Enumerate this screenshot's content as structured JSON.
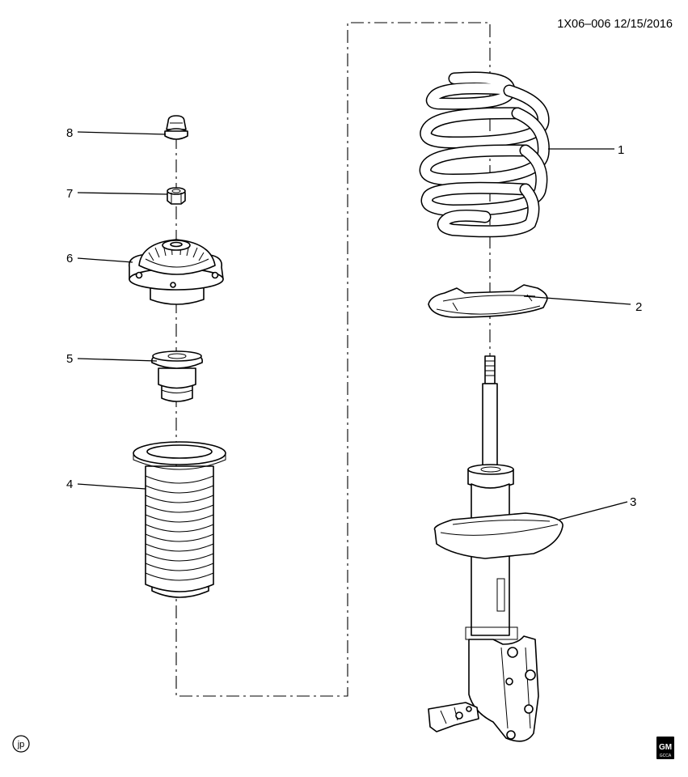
{
  "header": {
    "ref": "1X06–006  12/15/2016"
  },
  "callouts": [
    {
      "id": "1",
      "part": "coil-spring"
    },
    {
      "id": "2",
      "part": "spring-seat-insulator"
    },
    {
      "id": "3",
      "part": "strut-assembly"
    },
    {
      "id": "4",
      "part": "dust-boot"
    },
    {
      "id": "5",
      "part": "jounce-bumper"
    },
    {
      "id": "6",
      "part": "strut-mount"
    },
    {
      "id": "7",
      "part": "nut"
    },
    {
      "id": "8",
      "part": "cap"
    }
  ],
  "footer": {
    "author_mark": "jp",
    "logo_text": "GM",
    "logo_subtext": "GCCA"
  }
}
